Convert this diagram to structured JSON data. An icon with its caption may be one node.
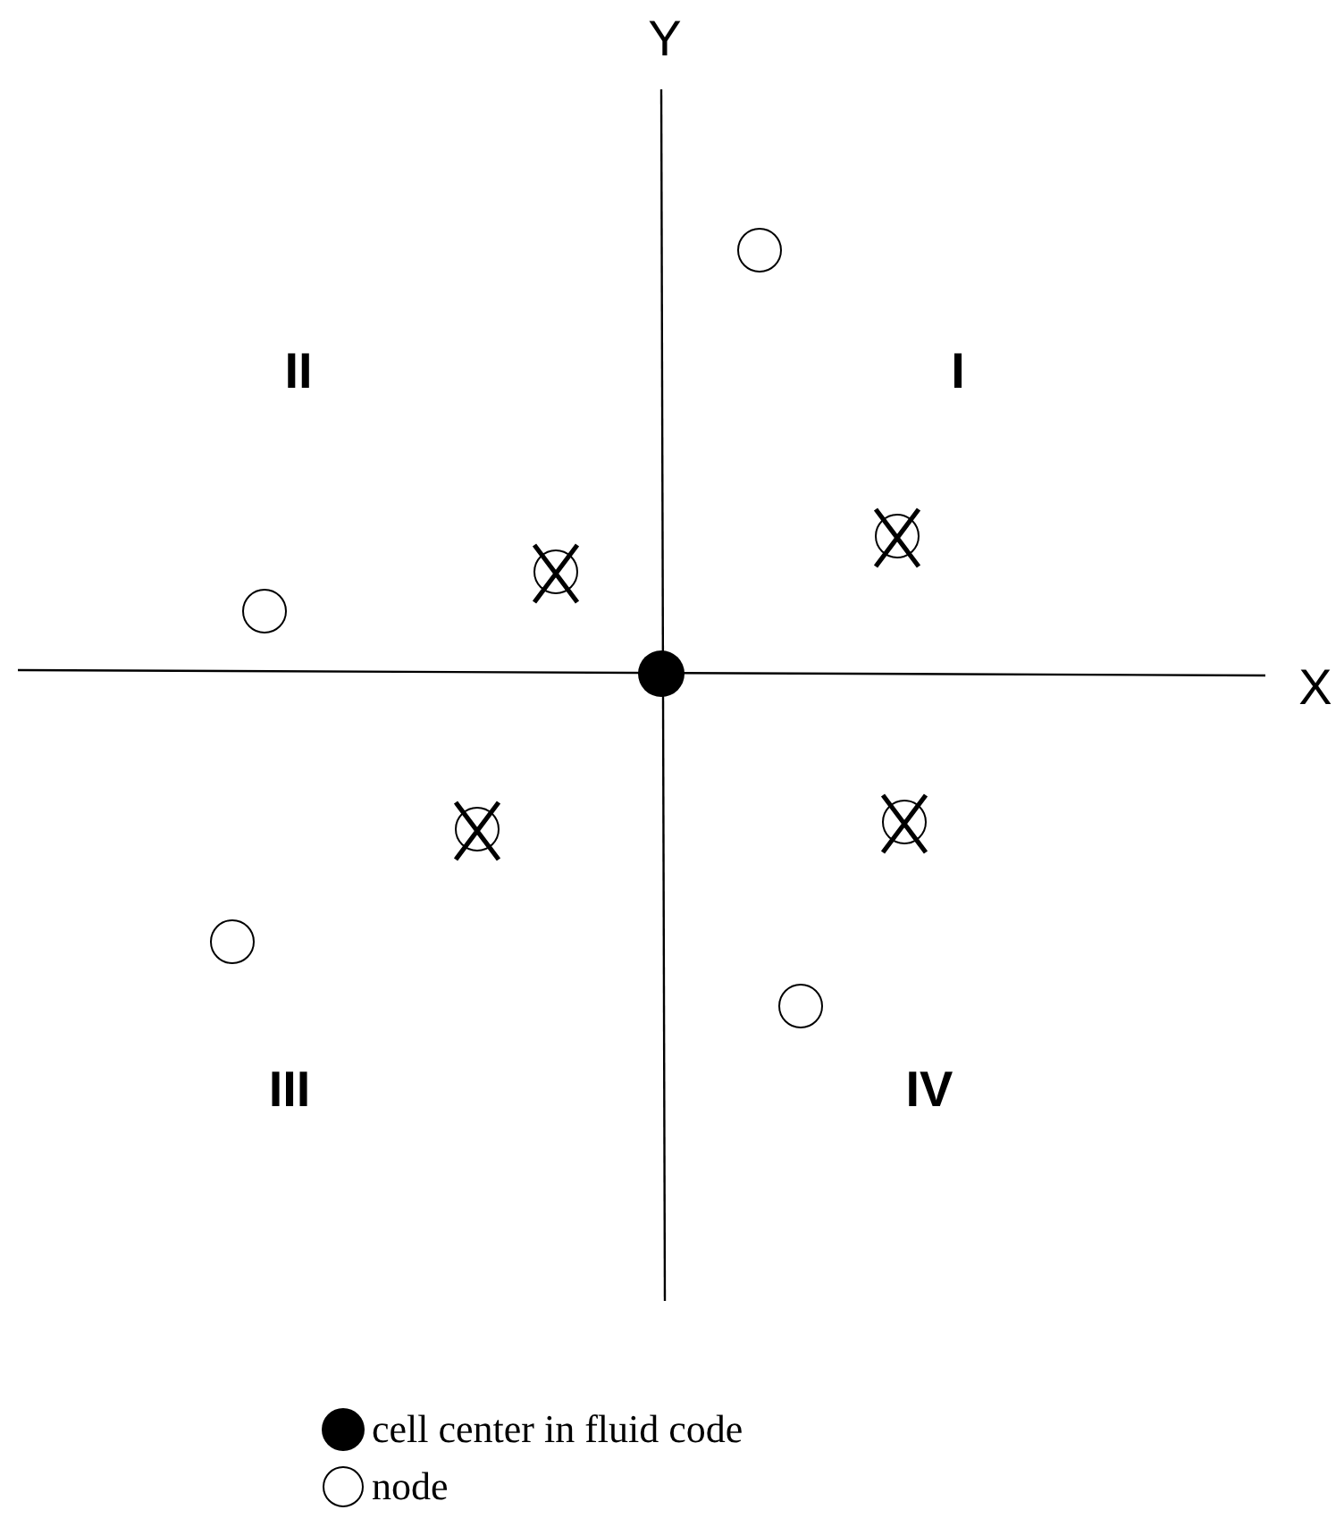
{
  "diagram": {
    "labels": [
      "Y",
      "II",
      "I",
      "X",
      "III",
      "IV"
    ],
    "legend": [
      {
        "text": "cell center in fluid code"
      },
      {
        "text": "node"
      }
    ]
  }
}
